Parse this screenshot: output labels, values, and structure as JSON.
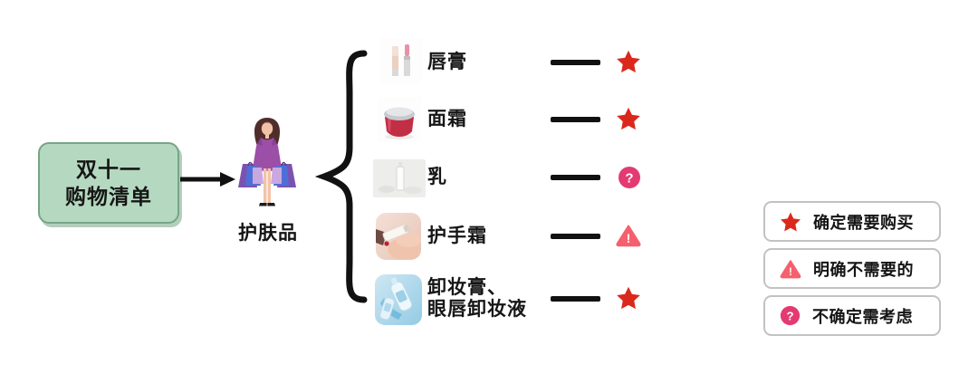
{
  "root_node": {
    "line1": "双十一",
    "line2": "购物清单"
  },
  "category": {
    "label": "护肤品"
  },
  "items": [
    {
      "name": "lipstick",
      "label": "唇膏",
      "status": "star"
    },
    {
      "name": "face-cream",
      "label": "面霜",
      "status": "star"
    },
    {
      "name": "lotion",
      "label": "乳",
      "status": "question"
    },
    {
      "name": "hand-cream",
      "label": "护手霜",
      "status": "warning"
    },
    {
      "name": "makeup-remover",
      "label": "卸妆膏、",
      "label2": "眼唇卸妆液",
      "status": "star"
    }
  ],
  "legend": [
    {
      "icon": "star-icon",
      "label": "确定需要购买"
    },
    {
      "icon": "warning-icon",
      "label": "明确不需要的"
    },
    {
      "icon": "question-icon",
      "label": "不确定需考虑"
    }
  ],
  "icons": {
    "question_glyph": "?",
    "warning_glyph": "!"
  },
  "colors": {
    "star_red": "#da291c",
    "warning_pink": "#f5606c",
    "question_magenta": "#e33a72",
    "node_green_bg": "#b5d9c0",
    "node_green_border": "#76a585",
    "line_black": "#111111"
  }
}
